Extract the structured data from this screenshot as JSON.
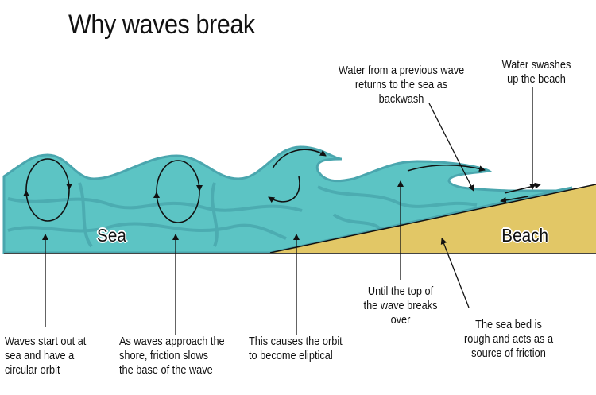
{
  "title": "Why waves break",
  "regions": {
    "sea": "Sea",
    "beach": "Beach"
  },
  "labels": {
    "circular": [
      "Waves start out at",
      "sea and have a",
      "circular orbit"
    ],
    "friction": [
      "As waves approach the",
      "shore, friction slows",
      "the base of the wave"
    ],
    "elliptical": [
      "This causes the orbit",
      "to become eliptical"
    ],
    "breaks": [
      "Until the top of",
      "the wave breaks",
      "over"
    ],
    "seabed": [
      "The sea bed is",
      "rough and acts as a",
      "source of friction"
    ],
    "backwash": [
      "Water from a previous wave",
      "returns to the sea as",
      "backwash"
    ],
    "swash": [
      "Water swashes",
      "up the beach"
    ]
  },
  "colors": {
    "sea": "#5cc4c4",
    "sea_dark": "#4aa6ae",
    "sand": "#e2c766"
  }
}
